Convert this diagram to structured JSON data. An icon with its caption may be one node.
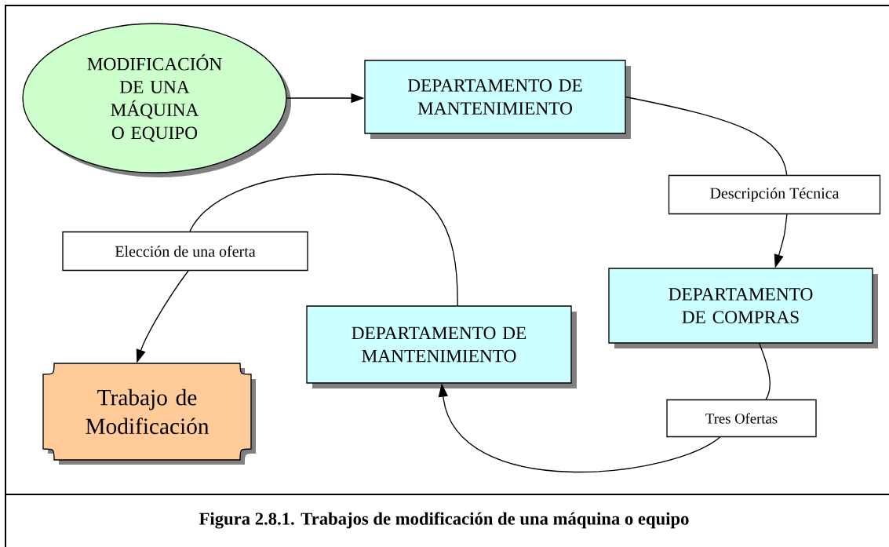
{
  "diagram": {
    "caption": "Figura 2.8.1. Trabajos de modificación de una máquina o equipo",
    "nodes": [
      {
        "text": [
          "MODIFICACIÓN DE UNA MÁQUINA O EQUIPO"
        ]
      },
      {
        "text": [
          "DEPARTAMENTO DE MANTENIMIENTO"
        ]
      },
      {
        "text": [
          "DEPARTAMENTO DE COMPRAS"
        ]
      },
      {
        "text": [
          "DEPARTAMENTO DE MANTENIMIENTO"
        ]
      },
      {
        "text": [
          "Trabajo de Modificación"
        ]
      }
    ],
    "edges": [
      {
        "from": 0,
        "to": 1,
        "arrow": "to"
      },
      {
        "from": 1,
        "to": 2,
        "arrow": "to",
        "label": "Descripción Técnica"
      },
      {
        "from": 2,
        "to": 3,
        "arrow": "to",
        "label": "Tres Ofertas"
      },
      {
        "from": 3,
        "to": 4,
        "arrow": "to",
        "label": "Elección de una oferta"
      }
    ]
  }
}
